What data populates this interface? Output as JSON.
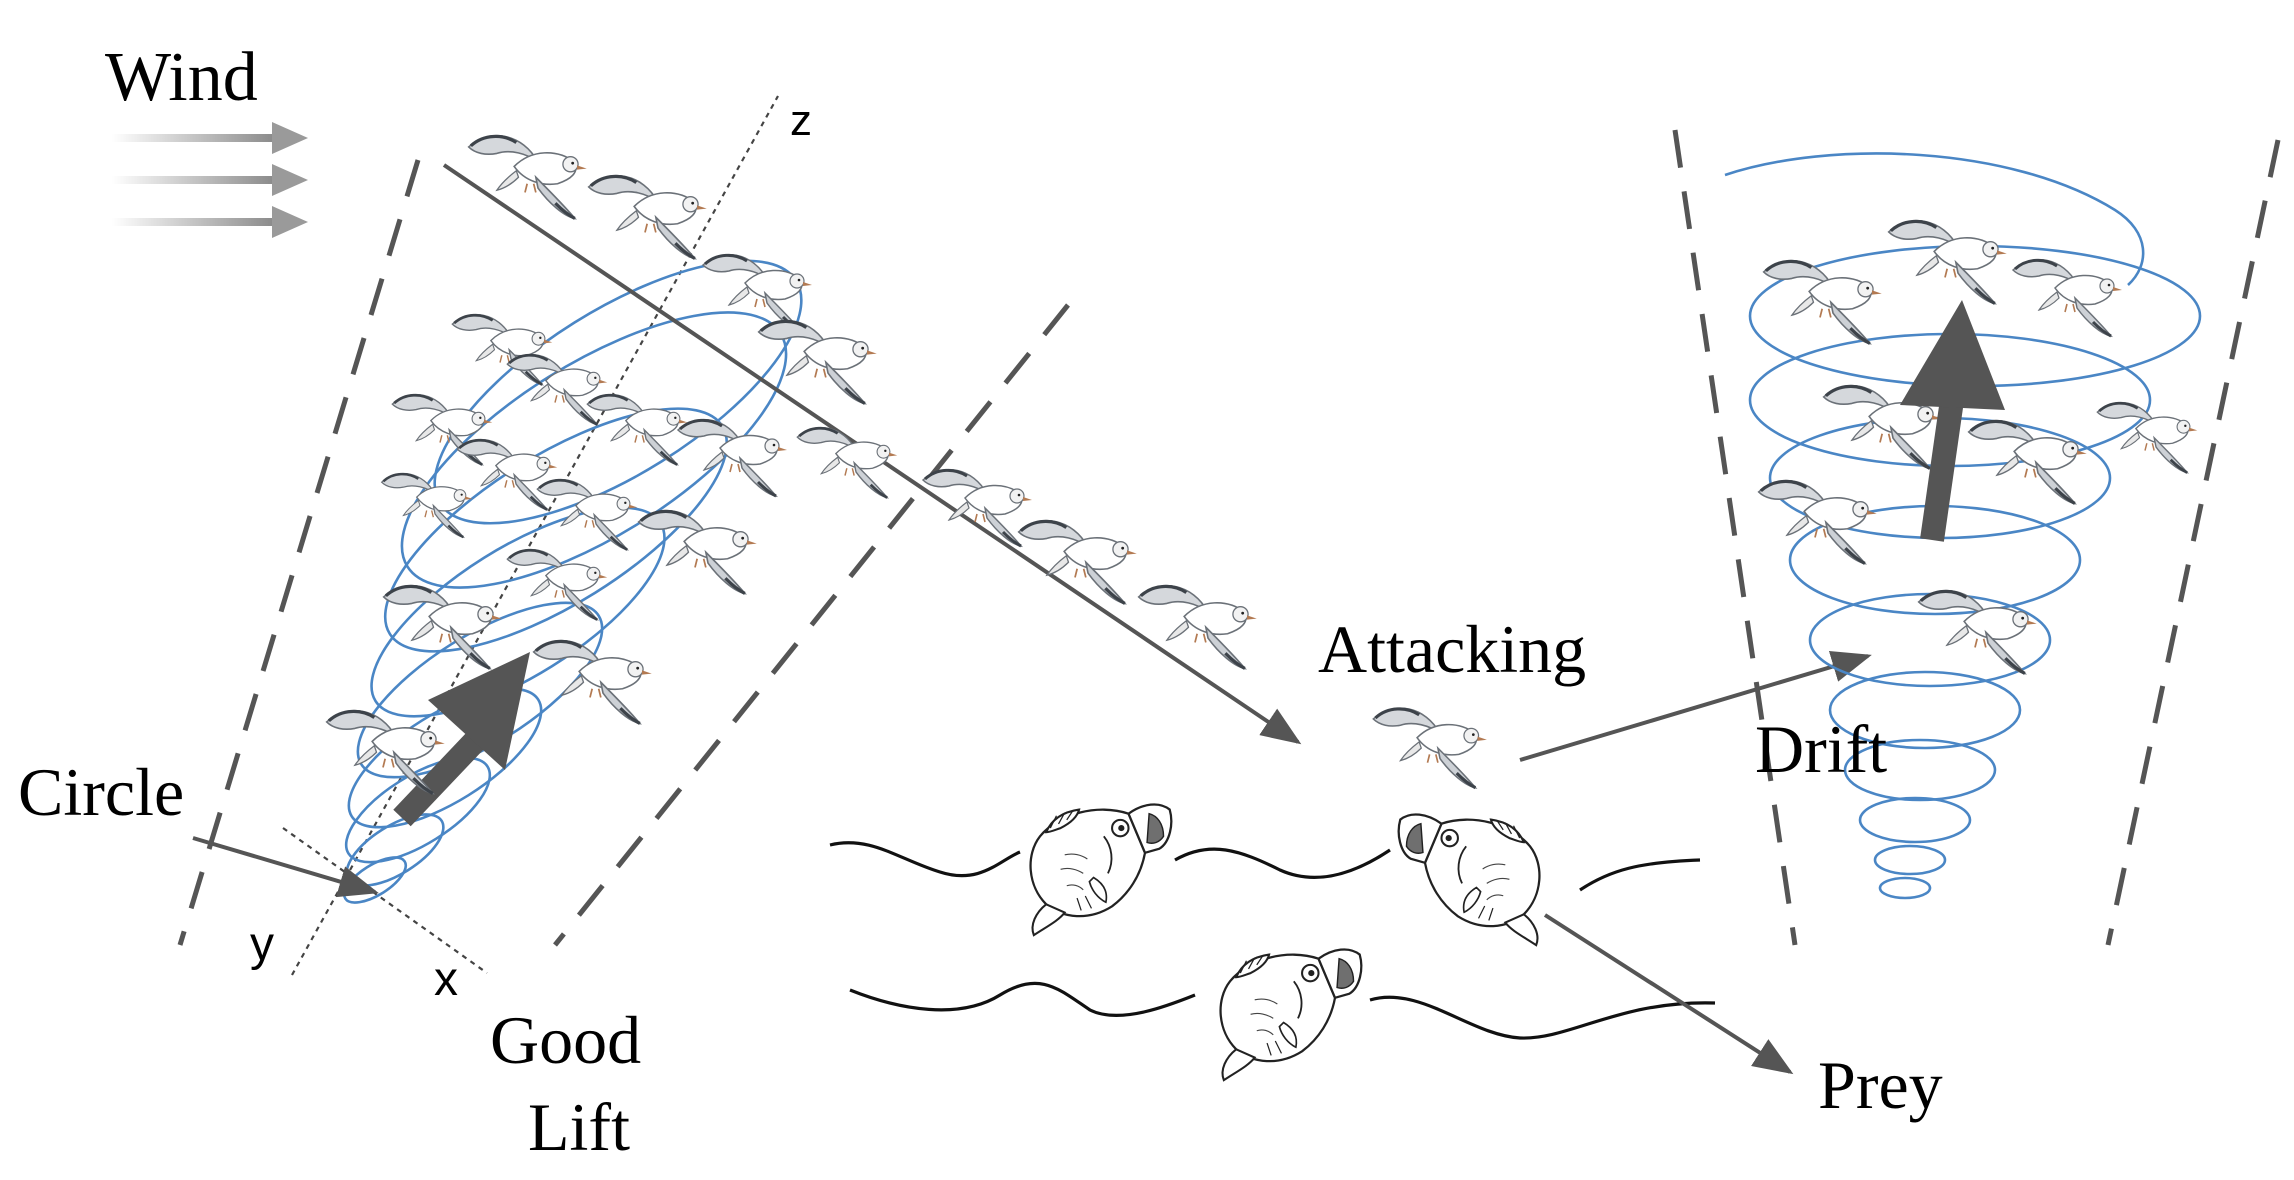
{
  "labels": {
    "wind": "Wind",
    "circle": "Circle",
    "good_lift": [
      "Good",
      "Lift"
    ],
    "attacking": "Attacking",
    "drift": "Drift",
    "prey": "Prey",
    "axis_x": "x",
    "axis_y": "y",
    "axis_z": "z"
  },
  "colors": {
    "spiral": "#4a86c5",
    "arrow": "#555555",
    "dashed": "#555555",
    "wave": "#111111",
    "wind_arrow": "#9a9a9a"
  },
  "icons": {
    "bird": "seagull-icon",
    "fish": "bass-fish-icon"
  }
}
